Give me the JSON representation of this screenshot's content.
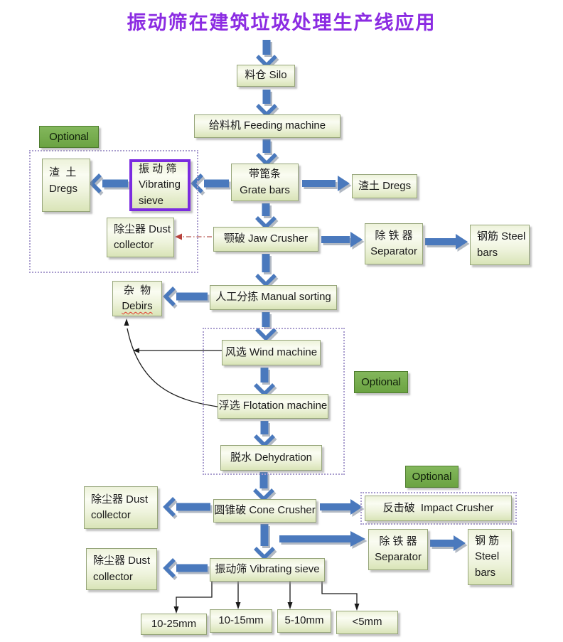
{
  "title": "振动筛在建筑垃圾处理生产线应用",
  "optional": {
    "label": "Optional"
  },
  "colors": {
    "title_purple": "#8b2be2",
    "arrow_blue": "#4a79bd",
    "arrow_shadow_silver": "#aab2bd",
    "optional_green": "#6ba342",
    "box_green_light": "#e9efd5",
    "highlight_border_purple": "#7b2be0",
    "dotted_border": "#a99dce",
    "dashed_red": "#c0504d"
  },
  "nodes": {
    "silo": {
      "label": "料仓 Silo"
    },
    "feeding": {
      "label": "给料机 Feeding machine"
    },
    "grate": {
      "lines": [
        "带篦条",
        "Grate bars"
      ]
    },
    "vsieve1": {
      "lines": [
        "振 动 筛",
        "Vibrating",
        "sieve"
      ]
    },
    "dregs_left": {
      "lines": [
        "渣  土",
        "Dregs"
      ]
    },
    "dregs_right": {
      "label": "渣土 Dregs"
    },
    "dust1": {
      "lines": [
        "除尘器 Dust",
        "collector"
      ]
    },
    "jaw": {
      "label": "颚破 Jaw Crusher"
    },
    "sep1": {
      "lines": [
        "除 铁 器",
        "Separator"
      ]
    },
    "steel1": {
      "lines": [
        "钢筋 Steel",
        "bars"
      ]
    },
    "manual": {
      "label": "人工分拣 Manual sorting"
    },
    "debris": {
      "lines": [
        "杂  物",
        "Debirs"
      ]
    },
    "wind": {
      "label": "风选 Wind machine"
    },
    "flotation": {
      "label": "浮选 Flotation machine"
    },
    "dehydration": {
      "label": "脱水 Dehydration"
    },
    "cone": {
      "label": "圆锥破 Cone Crusher"
    },
    "impact": {
      "label": "反击破  Impact Crusher"
    },
    "dust2": {
      "lines": [
        "除尘器 Dust",
        "collector"
      ]
    },
    "sep2": {
      "lines": [
        "除 铁 器",
        "Separator"
      ]
    },
    "steel2": {
      "lines": [
        "钢 筋",
        "Steel",
        "bars"
      ]
    },
    "vsieve2": {
      "label": "振动筛 Vibrating sieve"
    },
    "dust3": {
      "lines": [
        "除尘器 Dust",
        "collector"
      ]
    },
    "size1": {
      "label": "10-25mm"
    },
    "size2": {
      "label": "10-15mm"
    },
    "size3": {
      "label": "5-10mm"
    },
    "size4": {
      "label": "<5mm"
    }
  }
}
